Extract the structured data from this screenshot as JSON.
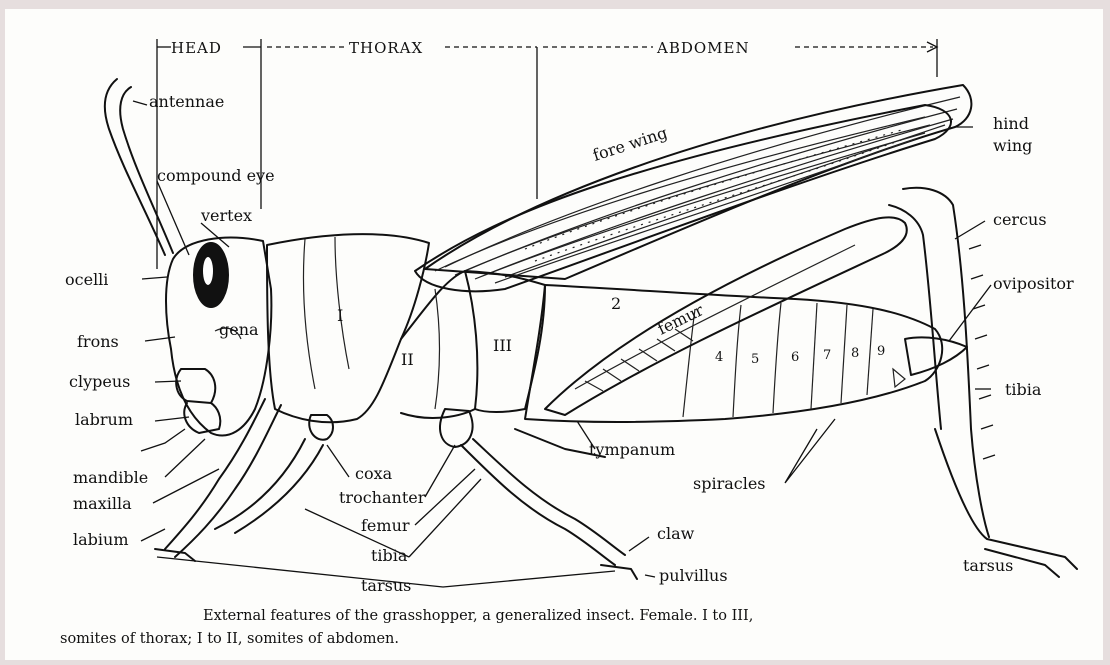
{
  "regions": {
    "head": "HEAD",
    "thorax": "THORAX",
    "abdomen": "ABDOMEN"
  },
  "labels": {
    "antennae": "antennae",
    "compound_eye": "compound eye",
    "vertex": "vertex",
    "ocelli": "ocelli",
    "frons": "frons",
    "gena": "gena",
    "clypeus": "clypeus",
    "labrum": "labrum",
    "mandible": "mandible",
    "maxilla": "maxilla",
    "labium": "labium",
    "fore_wing": "fore wing",
    "hind_wing_1": "hind",
    "hind_wing_2": "wing",
    "cercus": "cercus",
    "ovipositor": "ovipositor",
    "femur_hind": "femur",
    "tibia_hind": "tibia",
    "tympanum": "tympanum",
    "spiracles": "spiracles",
    "coxa": "coxa",
    "trochanter": "trochanter",
    "femur": "femur",
    "tibia": "tibia",
    "tarsus": "tarsus",
    "tarsus_hind": "tarsus",
    "claw": "claw",
    "pulvillus": "pulvillus"
  },
  "somites": {
    "thorax": [
      "I",
      "II",
      "III"
    ],
    "abdomen": [
      "2",
      "4",
      "5",
      "6",
      "7",
      "8",
      "9"
    ]
  },
  "caption": {
    "line1": "External features of the grasshopper, a generalized insect. Female. I to III,",
    "line2": "somites of thorax; I to II, somites of abdomen."
  }
}
